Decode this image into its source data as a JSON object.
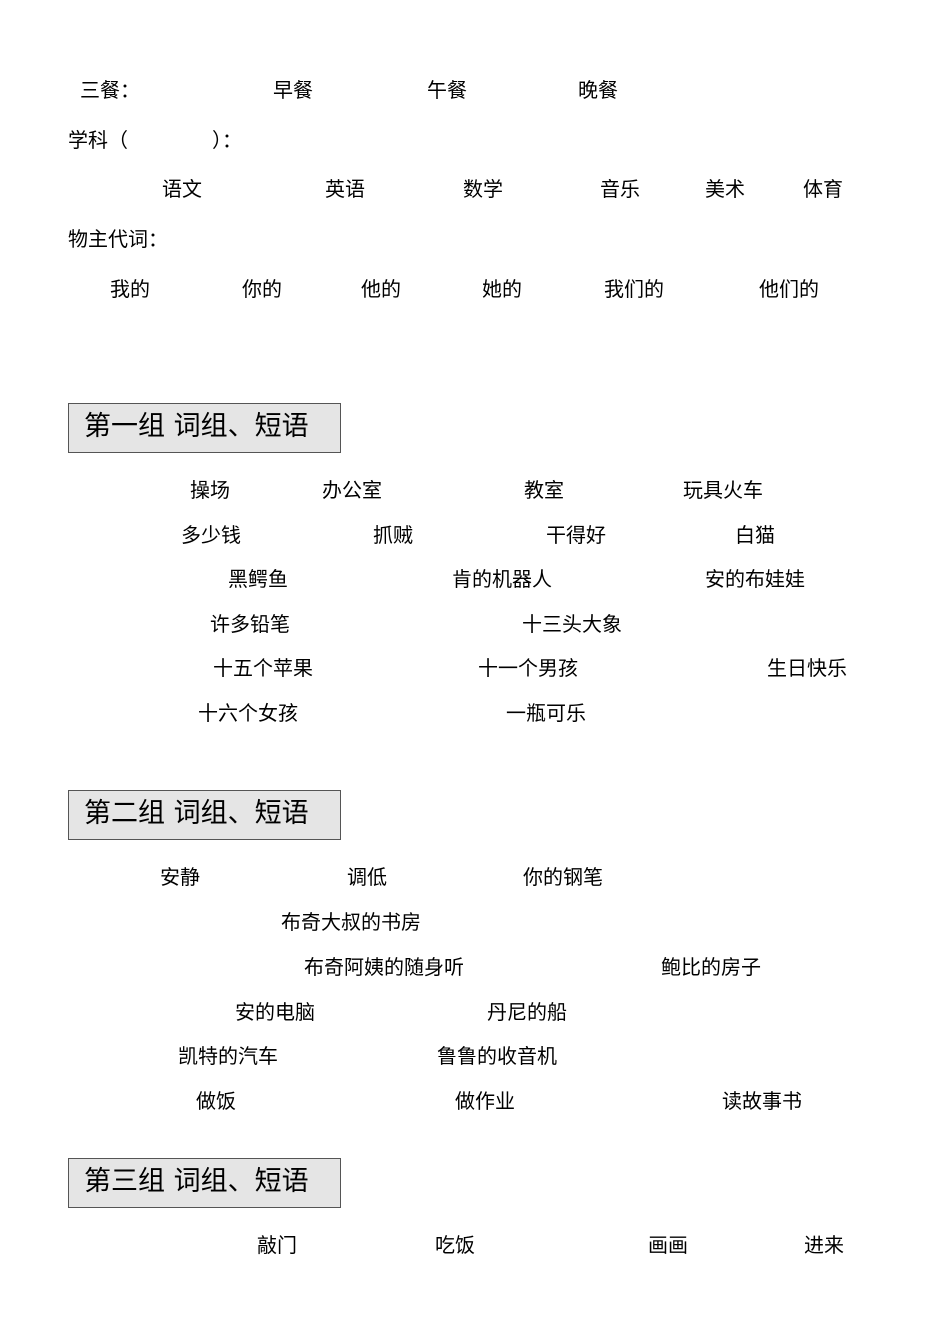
{
  "meals": {
    "label": "三餐：",
    "items": [
      "早餐",
      "午餐",
      "晚餐"
    ]
  },
  "subjects": {
    "label_open": "学科（",
    "label_close": "）：",
    "items": [
      "语文",
      "英语",
      "数学",
      "音乐",
      "美术",
      "体育"
    ]
  },
  "pronouns": {
    "label": "物主代词：",
    "items": [
      "我的",
      "你的",
      "他的",
      "她的",
      "我们的",
      "他们的"
    ]
  },
  "group1": {
    "title": "第一组  词组、短语",
    "items": [
      "操场",
      "办公室",
      "教室",
      "玩具火车",
      "多少钱",
      "抓贼",
      "干得好",
      "白猫",
      "黑鳄鱼",
      "肯的机器人",
      "安的布娃娃",
      "许多铅笔",
      "十三头大象",
      "十五个苹果",
      "十一个男孩",
      "生日快乐",
      "十六个女孩",
      "一瓶可乐"
    ]
  },
  "group2": {
    "title": "第二组  词组、短语",
    "items": [
      "安静",
      "调低",
      "你的钢笔",
      "布奇大叔的书房",
      "布奇阿姨的随身听",
      "鲍比的房子",
      "安的电脑",
      "丹尼的船",
      "凯特的汽车",
      "鲁鲁的收音机",
      "做饭",
      "做作业",
      "读故事书"
    ]
  },
  "group3": {
    "title": "第三组  词组、短语",
    "items": [
      "敲门",
      "吃饭",
      "画画",
      "进来"
    ]
  }
}
